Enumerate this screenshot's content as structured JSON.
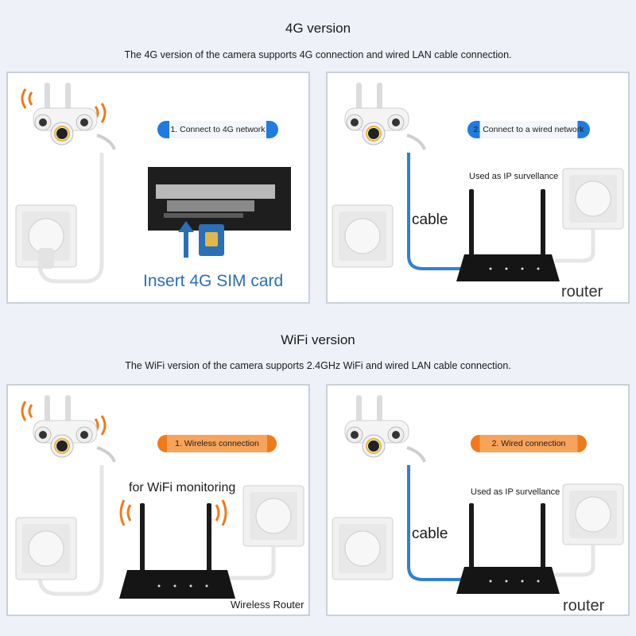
{
  "section_4g": {
    "title": "4G version",
    "subtitle": "The 4G version of the camera supports 4G connection and wired LAN cable connection.",
    "left_panel": {
      "badge": "1. Connect to 4G network",
      "caption": "Insert 4G SIM card"
    },
    "right_panel": {
      "badge": "2. Connect to a wired network",
      "note": "Used as IP survellance",
      "cable_label": "cable",
      "router_label": "router"
    }
  },
  "section_wifi": {
    "title": "WiFi version",
    "subtitle": "The WiFi version of the camera supports 2.4GHz WiFi and wired LAN cable connection.",
    "left_panel": {
      "badge": "1. Wireless connection",
      "caption": "for WiFi monitoring",
      "router_label": "Wireless Router"
    },
    "right_panel": {
      "badge": "2. Wired connection",
      "note": "Used as IP survellance",
      "cable_label": "cable",
      "router_label": "router"
    }
  },
  "colors": {
    "blue_accent": "#1f7be0",
    "orange_accent": "#f07a1a",
    "cable_blue": "#2f7fd6",
    "caption_blue": "#2a6fb8"
  },
  "icons": [
    "camera-icon",
    "power-socket-icon",
    "router-icon",
    "sim-card-icon",
    "wifi-signal-icon",
    "arrow-up-icon"
  ]
}
